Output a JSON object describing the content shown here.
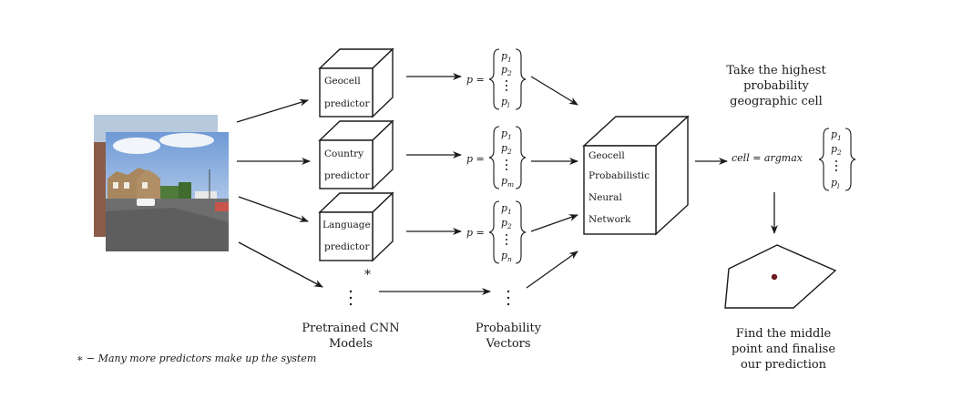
{
  "diagram": {
    "predictors": [
      {
        "line1": "Geocell",
        "line2": "predictor"
      },
      {
        "line1": "Country",
        "line2": "predictor"
      },
      {
        "line1": "Language",
        "line2": "predictor"
      }
    ],
    "predictor_more_mark": "*",
    "vectors": [
      {
        "lhs": "p =",
        "last_sub": "l"
      },
      {
        "lhs": "p =",
        "last_sub": "m"
      },
      {
        "lhs": "p =",
        "last_sub": "n"
      }
    ],
    "vector_entries": {
      "first_sub": "1",
      "second_sub": "2",
      "symbol": "p"
    },
    "network": {
      "line1": "Geocell",
      "line2": "Probabilistic",
      "line3": "Neural",
      "line4": "Network"
    },
    "argmax_expr": "cell = argmax",
    "argmax_last_sub": "l",
    "highest_caption": [
      "Take the highest",
      "probability",
      "geographic cell"
    ],
    "pretrained_caption": [
      "Pretrained CNN",
      "Models"
    ],
    "prob_caption": [
      "Probability",
      "Vectors"
    ],
    "middle_caption": [
      "Find the middle",
      "point and finalise",
      "our prediction"
    ],
    "footnote": "∗ − Many more predictors make up the system",
    "colors": {
      "point": "#6b1a1f",
      "ink": "#1a1a1a",
      "sky": "#8fb4e0",
      "road": "#6e6e6e"
    }
  }
}
